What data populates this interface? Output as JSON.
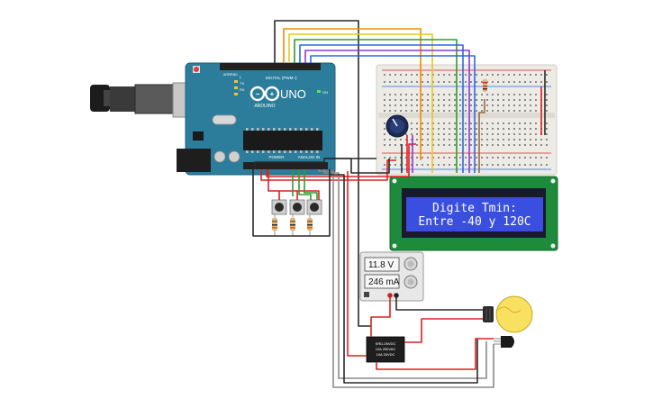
{
  "arduino": {
    "model_label": "UNO",
    "brand_label": "ARDUINO",
    "digital_label": "DIGITAL (PWM~)",
    "power_label": "POWER",
    "analog_label": "ANALOG IN",
    "tx_label": "TX",
    "rx_label": "RX",
    "l_label": "L",
    "aref_label": "AREF",
    "gnd_label": "GND",
    "on_label": "ON"
  },
  "lcd": {
    "line1": "Digite Tmin:",
    "line2": "Entre -40 y 120C",
    "backlight_color": "#3a4ee0",
    "text_color": "#ffffff"
  },
  "power_supply": {
    "voltage_readout": "11.8 V",
    "current_readout": "246 mA"
  },
  "relay": {
    "line1": "SRD-05VDC",
    "line2": "10A 250VAC",
    "line3": "10A 30VDC"
  },
  "colors": {
    "board": "#2b7d9b",
    "breadboard": "#ecebe6",
    "wire_red": "#e02020",
    "wire_black": "#2a2a2a",
    "wire_gray": "#8a8a8a",
    "wire_orange": "#f28a00",
    "wire_yellow": "#e6c81e",
    "wire_green": "#2aa02a",
    "wire_blue": "#2a6ae0",
    "wire_purple": "#8a3ad0",
    "bulb": "#f8e060"
  }
}
